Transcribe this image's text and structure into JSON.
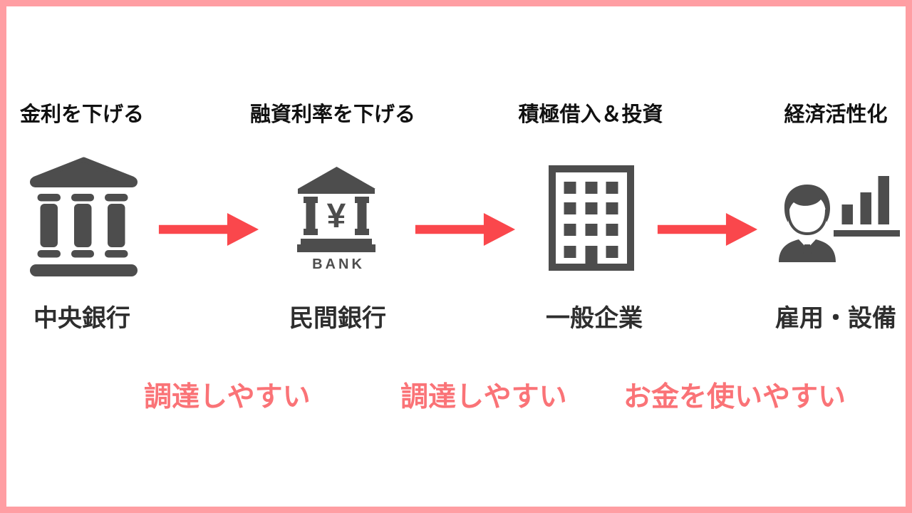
{
  "palette": {
    "background": "#ffffff",
    "border_pink": "#ff9ea3",
    "arrow_red": "#fa474c",
    "note_red": "#fa7377",
    "icon_gray": "#4d4d4d",
    "heading_black": "#111111"
  },
  "steps": [
    {
      "header": "金利を下げる",
      "label": "中央銀行",
      "icon": "central-bank"
    },
    {
      "header": "融資利率を下げる",
      "label": "民間銀行",
      "icon": "private-bank",
      "icon_symbol": "¥",
      "icon_caption": "BANK"
    },
    {
      "header": "積極借入＆投資",
      "label": "一般企業",
      "icon": "office-building"
    },
    {
      "header": "経済活性化",
      "label": "雇用・設備",
      "icon": "businessman-growth-chart"
    }
  ],
  "notes": [
    {
      "text": "調達しやすい"
    },
    {
      "text": "調達しやすい"
    },
    {
      "text": "お金を使いやすい"
    }
  ]
}
